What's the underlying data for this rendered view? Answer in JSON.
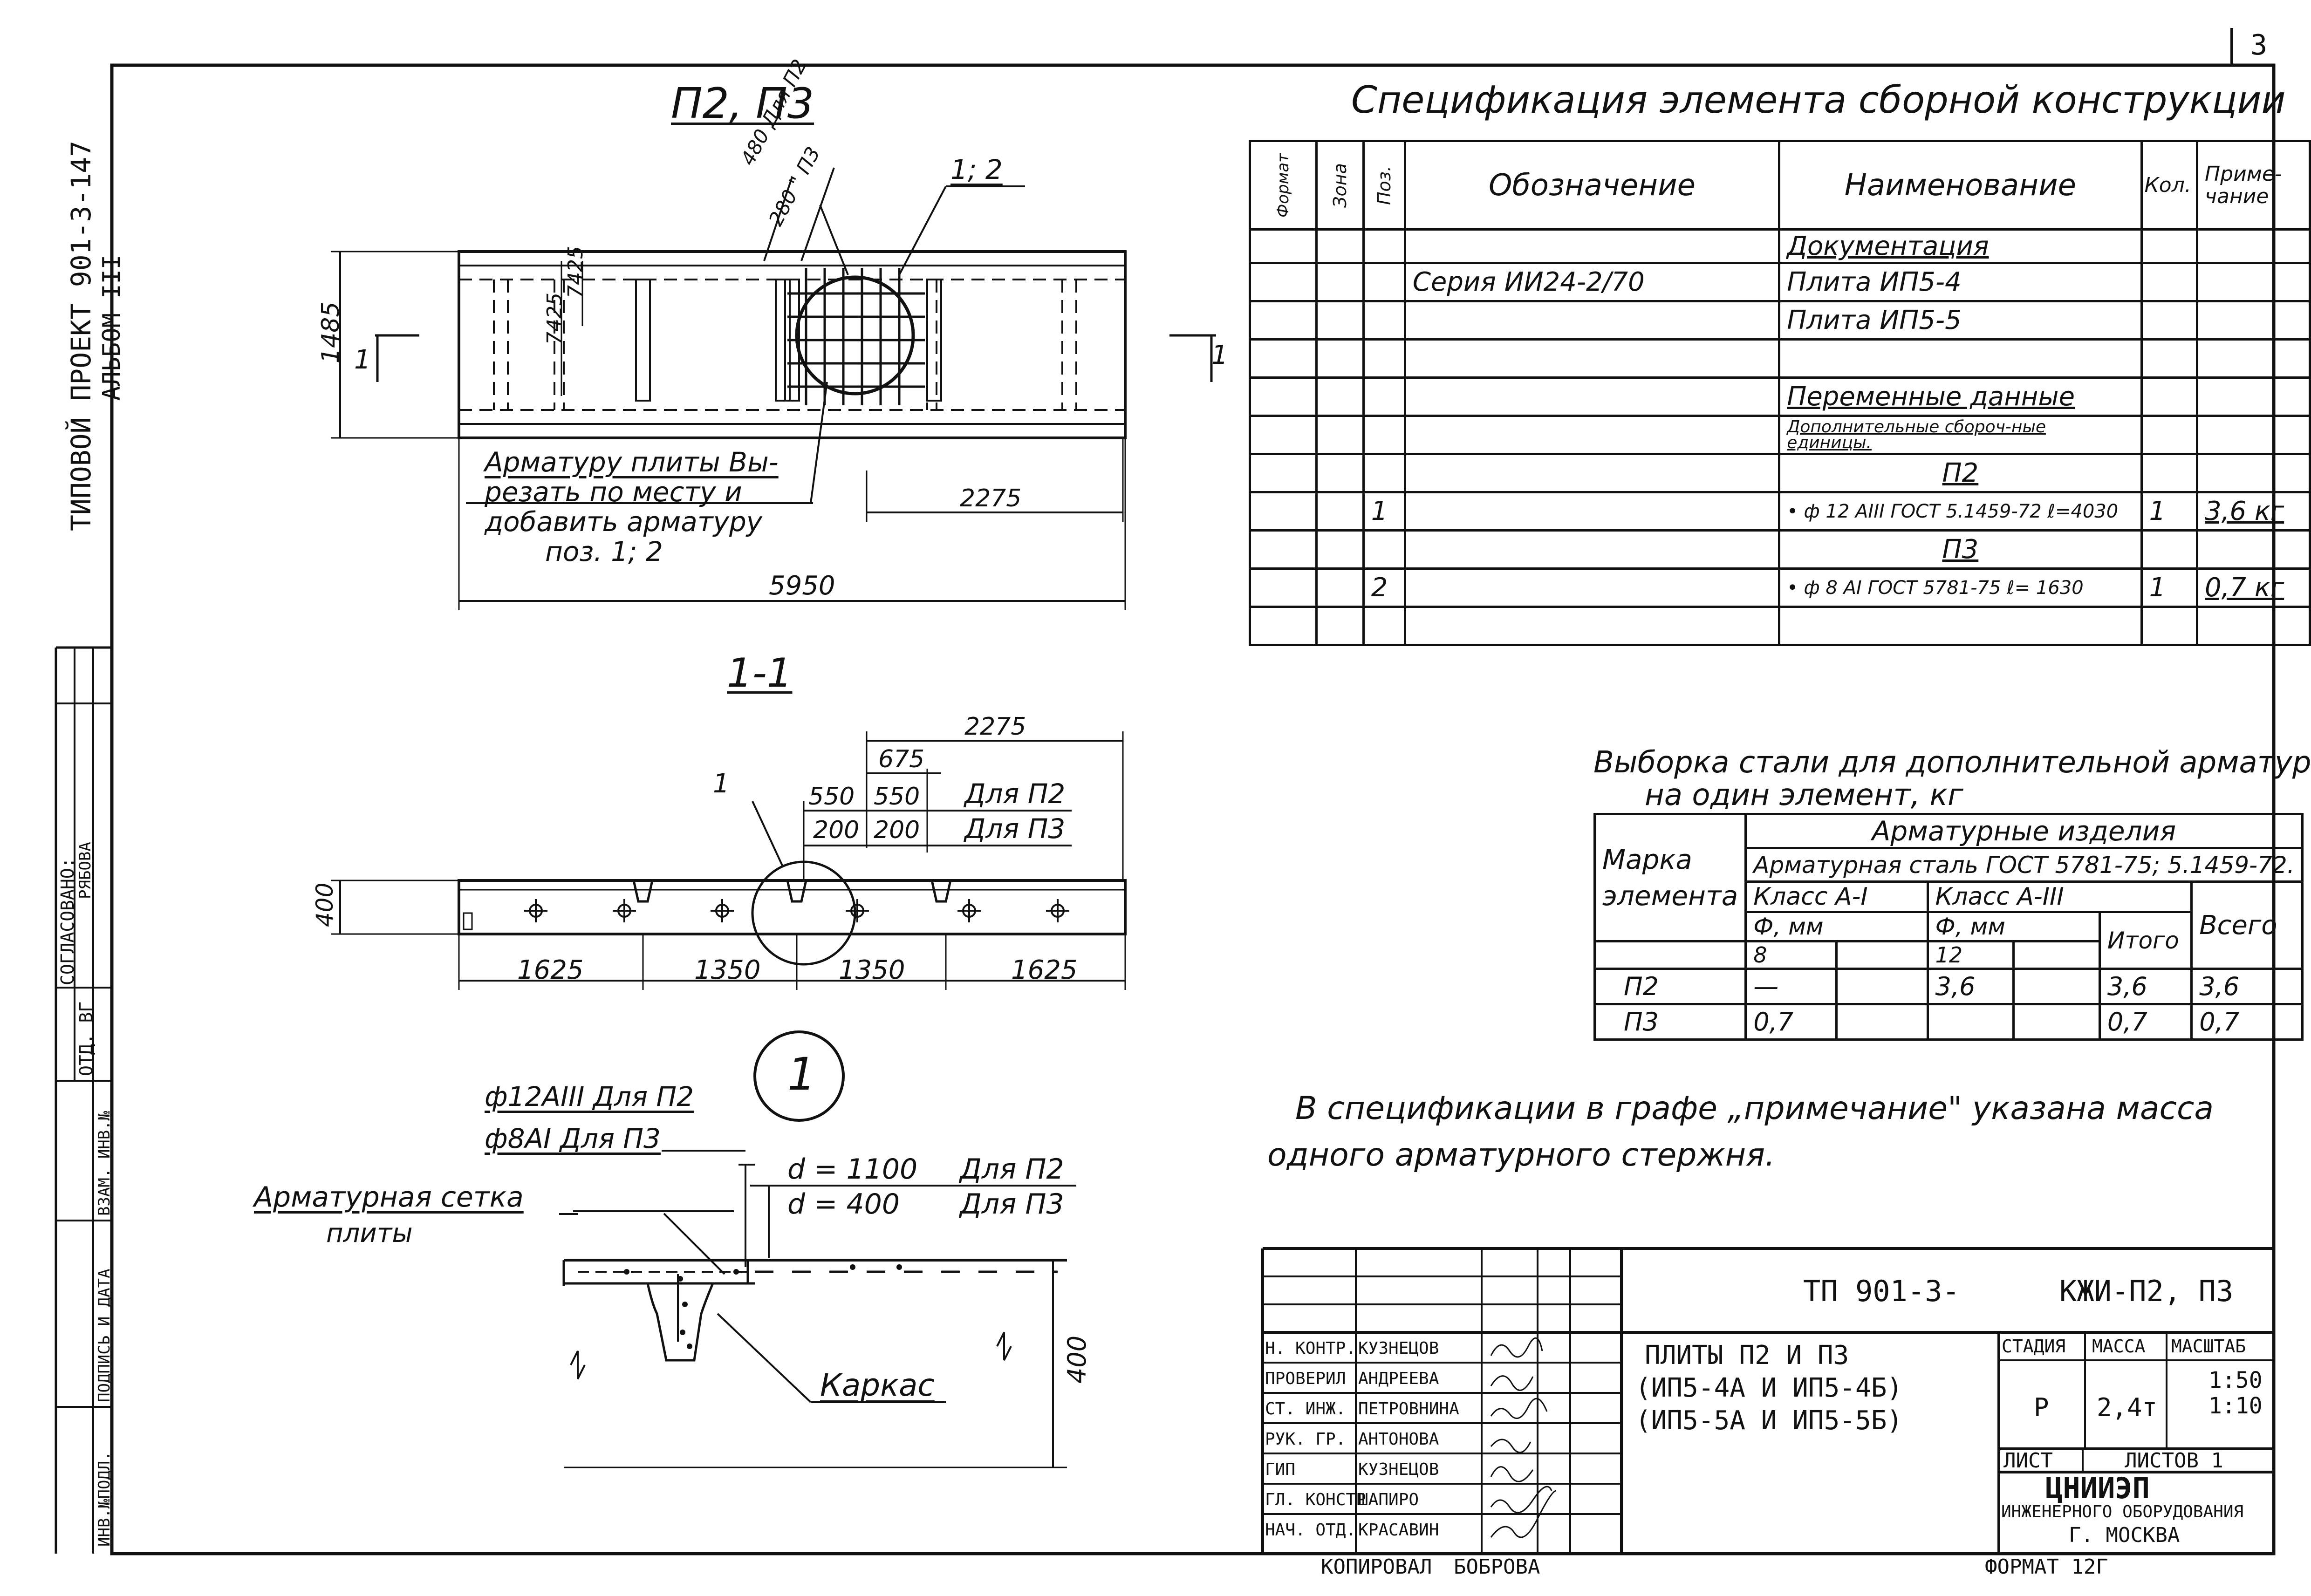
{
  "sheet": {
    "number": "3",
    "format_label": "ФОРМАТ 12Г"
  },
  "left_strip": {
    "project": "ТИПОВОЙ ПРОЕКТ 901-3-147",
    "album": "АЛЬБОМ III",
    "agreed": "СОГЛАСОВАНО:",
    "dept": "ОТД. ВГ",
    "person": "РЯБОВА",
    "cols": [
      "ИНВ.№ПОДЛ.",
      "ПОДПИСЬ И ДАТА",
      "ВЗАМ. ИНВ.№"
    ]
  },
  "plan": {
    "title": "П2, П3",
    "dim_480": "480 Для П2",
    "dim_280": "280 \" П3",
    "ratio": "1; 2",
    "dim_1485": "1485",
    "dim_7425a": "7425",
    "dim_7425b": "7425",
    "dim_2275": "2275",
    "dim_5950": "5950",
    "section_mark": "1",
    "note": [
      "Арматуру плиты Вы-",
      "резать по месту и",
      "добавить арматуру",
      "поз. 1; 2"
    ]
  },
  "section": {
    "title": "1-1",
    "dim_2275": "2275",
    "dim_675": "675",
    "dim_550a": "550",
    "dim_550b": "550",
    "dim_200a": "200",
    "dim_200b": "200",
    "for_p2": "Для П2",
    "for_p3": "Для П3",
    "pos": "1",
    "dim_400": "400",
    "bottom_dims": [
      "1625",
      "1350",
      "1350",
      "1625"
    ]
  },
  "detail": {
    "circle_label": "1",
    "bar_p2": "ф12АIII Для П2",
    "bar_p3": "ф8АI  Для П3",
    "d_p2": "d = 1100",
    "d_p3": "d = 400",
    "for_p2": "Для П2",
    "for_p3": "Для П3",
    "mesh": [
      "Арматурная сетка",
      "плиты"
    ],
    "frame": "Каркас",
    "dim_400": "400"
  },
  "spec": {
    "title": "Спецификация элемента сборной конструкции",
    "headers": [
      "Формат",
      "Зона",
      "Поз.",
      "Обозначение",
      "Наименование",
      "Кол.",
      "Приме-чание"
    ],
    "rows": [
      {
        "pos": "",
        "designation": "",
        "name": "Документация",
        "qty": "",
        "note": ""
      },
      {
        "pos": "",
        "designation": "Серия ИИ24-2/70",
        "name": "Плита ИП5-4",
        "qty": "",
        "note": ""
      },
      {
        "pos": "",
        "designation": "",
        "name": "Плита ИП5-5",
        "qty": "",
        "note": ""
      },
      {
        "pos": "",
        "designation": "",
        "name": "",
        "qty": "",
        "note": ""
      },
      {
        "pos": "",
        "designation": "",
        "name": "Переменные данные",
        "qty": "",
        "note": ""
      },
      {
        "pos": "",
        "designation": "",
        "name": "Дополнительные сбороч-ные единицы.",
        "qty": "",
        "note": ""
      },
      {
        "pos": "",
        "designation": "",
        "name": "П2",
        "qty": "",
        "note": ""
      },
      {
        "pos": "1",
        "designation": "",
        "name": "• ф 12 АIII ГОСТ 5.1459-72  ℓ=4030",
        "qty": "1",
        "note": "3,6 кг"
      },
      {
        "pos": "",
        "designation": "",
        "name": "П3",
        "qty": "",
        "note": ""
      },
      {
        "pos": "2",
        "designation": "",
        "name": "• ф 8 АI ГОСТ 5781-75  ℓ= 1630",
        "qty": "1",
        "note": "0,7 кг"
      },
      {
        "pos": "",
        "designation": "",
        "name": "",
        "qty": "",
        "note": ""
      }
    ]
  },
  "steel": {
    "title1": "Выборка стали для дополнительной арматуры",
    "title2": "на один элемент, кг",
    "h_products": "Арматурные изделия",
    "h_mark": "Марка элемента",
    "h_steel": "Арматурная сталь ГОСТ 5781-75; 5.1459-72.",
    "h_class1": "Класс А-I",
    "h_class3": "Класс А-III",
    "h_phi1": "Ф, мм",
    "h_phi3": "Ф, мм",
    "h_d8": "8",
    "h_d12": "12",
    "h_total": "Итого",
    "h_all": "Всего",
    "rows": [
      {
        "mark": "П2",
        "c8": "—",
        "c12": "3,6",
        "total": "3,6",
        "all": "3,6"
      },
      {
        "mark": "П3",
        "c8": "0,7",
        "c12": "",
        "total": "0,7",
        "all": "0,7"
      }
    ]
  },
  "remark": {
    "line1": "В спецификации в графе „примечание\" указана масса",
    "line2": "одного арматурного стержня."
  },
  "stamp": {
    "code_left": "ТП 901-3-",
    "code_right": "КЖИ-П2, П3",
    "desc": [
      "ПЛИТЫ П2 И П3",
      "(ИП5-4А И ИП5-4Б)",
      "(ИП5-5А И ИП5-5Б)"
    ],
    "roles": [
      {
        "role": "Н. КОНТР.",
        "name": "КУЗНЕЦОВ"
      },
      {
        "role": "ПРОВЕРИЛ",
        "name": "АНДРЕЕВА"
      },
      {
        "role": "СТ. ИНЖ.",
        "name": "ПЕТРОВНИНА"
      },
      {
        "role": "РУК. ГР.",
        "name": "АНТОНОВА"
      },
      {
        "role": "ГИП",
        "name": "КУЗНЕЦОВ"
      },
      {
        "role": "ГЛ. КОНСТР",
        "name": "ШАПИРО"
      },
      {
        "role": "НАЧ. ОТД.",
        "name": "КРАСАВИН"
      }
    ],
    "h_stage": "СТАДИЯ",
    "h_mass": "МАССА",
    "h_scale": "МАСШТАБ",
    "stage": "Р",
    "mass": "2,4т",
    "scale1": "1:50",
    "scale2": "1:10",
    "sheet": "ЛИСТ",
    "sheets": "ЛИСТОВ 1",
    "org": "ЦНИИЭП",
    "org_sub": "ИНЖЕНЕРНОГО ОБОРУДОВАНИЯ",
    "city": "Г. МОСКВА",
    "copied": "КОПИРОВАЛ",
    "copier": "БОБРОВА"
  }
}
